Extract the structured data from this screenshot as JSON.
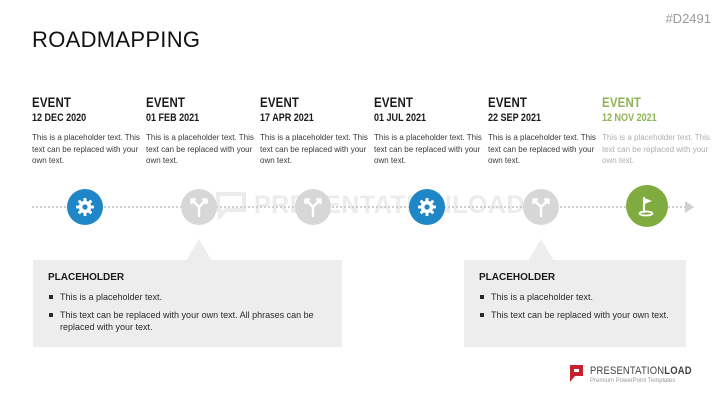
{
  "slide": {
    "title": "ROADMAPPING",
    "id": "#D2491"
  },
  "events": [
    {
      "label": "EVENT",
      "date": "12 DEC 2020",
      "text": "This is a placeholder text. This text can be replaced with your own text.",
      "icon": "gear-icon",
      "node_color": "#1f86c8",
      "state": "active"
    },
    {
      "label": "EVENT",
      "date": "01 FEB 2021",
      "text": "This is a placeholder text. This text can be replaced with your own text.",
      "icon": "signpost-icon",
      "node_color": "#d7d7d7",
      "state": "inactive"
    },
    {
      "label": "EVENT",
      "date": "17 APR 2021",
      "text": "This is a placeholder text. This text can be replaced with your own text.",
      "icon": "signpost-icon",
      "node_color": "#d7d7d7",
      "state": "inactive"
    },
    {
      "label": "EVENT",
      "date": "01 JUL 2021",
      "text": "This is a placeholder text. This text can be replaced with your own text.",
      "icon": "gear-icon",
      "node_color": "#1f86c8",
      "state": "active"
    },
    {
      "label": "EVENT",
      "date": "22 SEP 2021",
      "text": "This is a placeholder text. This text can be replaced with your own text.",
      "icon": "signpost-icon",
      "node_color": "#d7d7d7",
      "state": "inactive"
    },
    {
      "label": "EVENT",
      "date": "12 NOV 2021",
      "text": "This is a placeholder text. This text can be replaced with your own text.",
      "icon": "flag-icon",
      "node_color": "#7fab3f",
      "state": "goal"
    }
  ],
  "callouts": [
    {
      "title": "PLACEHOLDER",
      "bullets": [
        "This is a placeholder text.",
        "This text can be replaced with your own text. All phrases can be replaced with your text."
      ]
    },
    {
      "title": "PLACEHOLDER",
      "bullets": [
        "This is a placeholder text.",
        "This text can be replaced with your own text."
      ]
    }
  ],
  "watermark": {
    "text": "PRESENTATIONLOAD"
  },
  "logo": {
    "main": "PRESENTATION",
    "main_bold": "LOAD",
    "sub": "Premium PowerPoint Templates"
  },
  "colors": {
    "blue": "#1f86c8",
    "grey": "#d7d7d7",
    "green": "#7fab3f",
    "callout_bg": "#ededed",
    "logo_red": "#c8202f"
  }
}
